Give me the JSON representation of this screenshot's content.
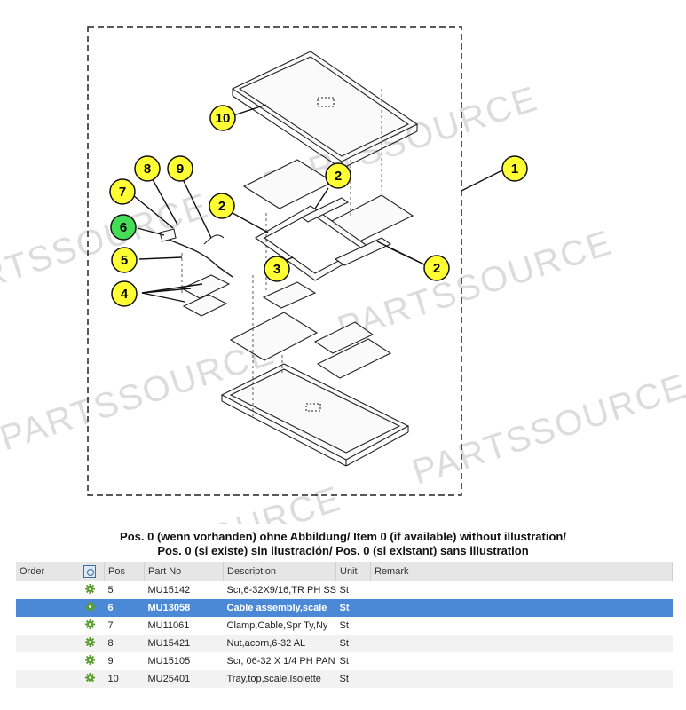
{
  "watermark": "PARTSSOURCE",
  "callouts": [
    {
      "label": "1",
      "color": "#ffff33"
    },
    {
      "label": "2",
      "color": "#ffff33"
    },
    {
      "label": "3",
      "color": "#ffff33"
    },
    {
      "label": "4",
      "color": "#ffff33"
    },
    {
      "label": "5",
      "color": "#ffff33"
    },
    {
      "label": "6",
      "color": "#44dd55"
    },
    {
      "label": "7",
      "color": "#ffff33"
    },
    {
      "label": "8",
      "color": "#ffff33"
    },
    {
      "label": "9",
      "color": "#ffff33"
    },
    {
      "label": "10",
      "color": "#ffff33"
    }
  ],
  "caption": {
    "line1": "Pos. 0 (wenn vorhanden) ohne Abbildung/ Item 0 (if available) without illustration/",
    "line2": "Pos. 0 (si existe) sin ilustración/ Pos. 0 (si existant) sans illustration"
  },
  "table": {
    "headers": {
      "order": "Order",
      "pos": "Pos",
      "part": "Part No",
      "desc": "Description",
      "unit": "Unit",
      "remark": "Remark"
    },
    "rows": [
      {
        "pos": "5",
        "part": "MU15142",
        "desc": "Scr,6-32X9/16,TR PH SS",
        "unit": "St",
        "remark": "",
        "selected": false
      },
      {
        "pos": "6",
        "part": "MU13058",
        "desc": "Cable assembly,scale",
        "unit": "St",
        "remark": "",
        "selected": true
      },
      {
        "pos": "7",
        "part": "MU11061",
        "desc": "Clamp,Cable,Spr Ty,Ny",
        "unit": "St",
        "remark": "",
        "selected": false
      },
      {
        "pos": "8",
        "part": "MU15421",
        "desc": "Nut,acorn,6-32 AL",
        "unit": "St",
        "remark": "",
        "selected": false
      },
      {
        "pos": "9",
        "part": "MU15105",
        "desc": "Scr, 06-32 X 1/4 PH PAN",
        "unit": "St",
        "remark": "",
        "selected": false
      },
      {
        "pos": "10",
        "part": "MU25401",
        "desc": "Tray,top,scale,Isolette",
        "unit": "St",
        "remark": "",
        "selected": false
      }
    ]
  },
  "colors": {
    "selected_row": "#4b89d6",
    "callout_yellow": "#ffff33",
    "callout_green": "#44dd55",
    "gear_icon": "#5a9e2f"
  }
}
